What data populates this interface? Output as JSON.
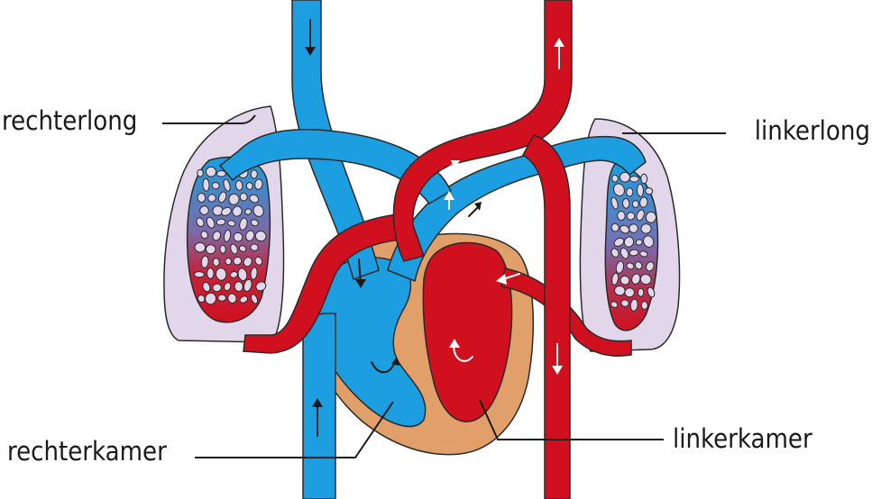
{
  "labels": {
    "right_lung": "rechterlong",
    "left_lung": "linkerlong",
    "right_ventricle": "rechterkamer",
    "left_ventricle": "linkerkamer"
  },
  "colors": {
    "deoxygenated": "#1c9ee0",
    "oxygenated": "#d0101f",
    "heart_wall": "#e1a06a",
    "lung_tissue": "#e2d7ea",
    "lung_purple": "#7d6aa7",
    "outline": "#2a2a2a"
  }
}
